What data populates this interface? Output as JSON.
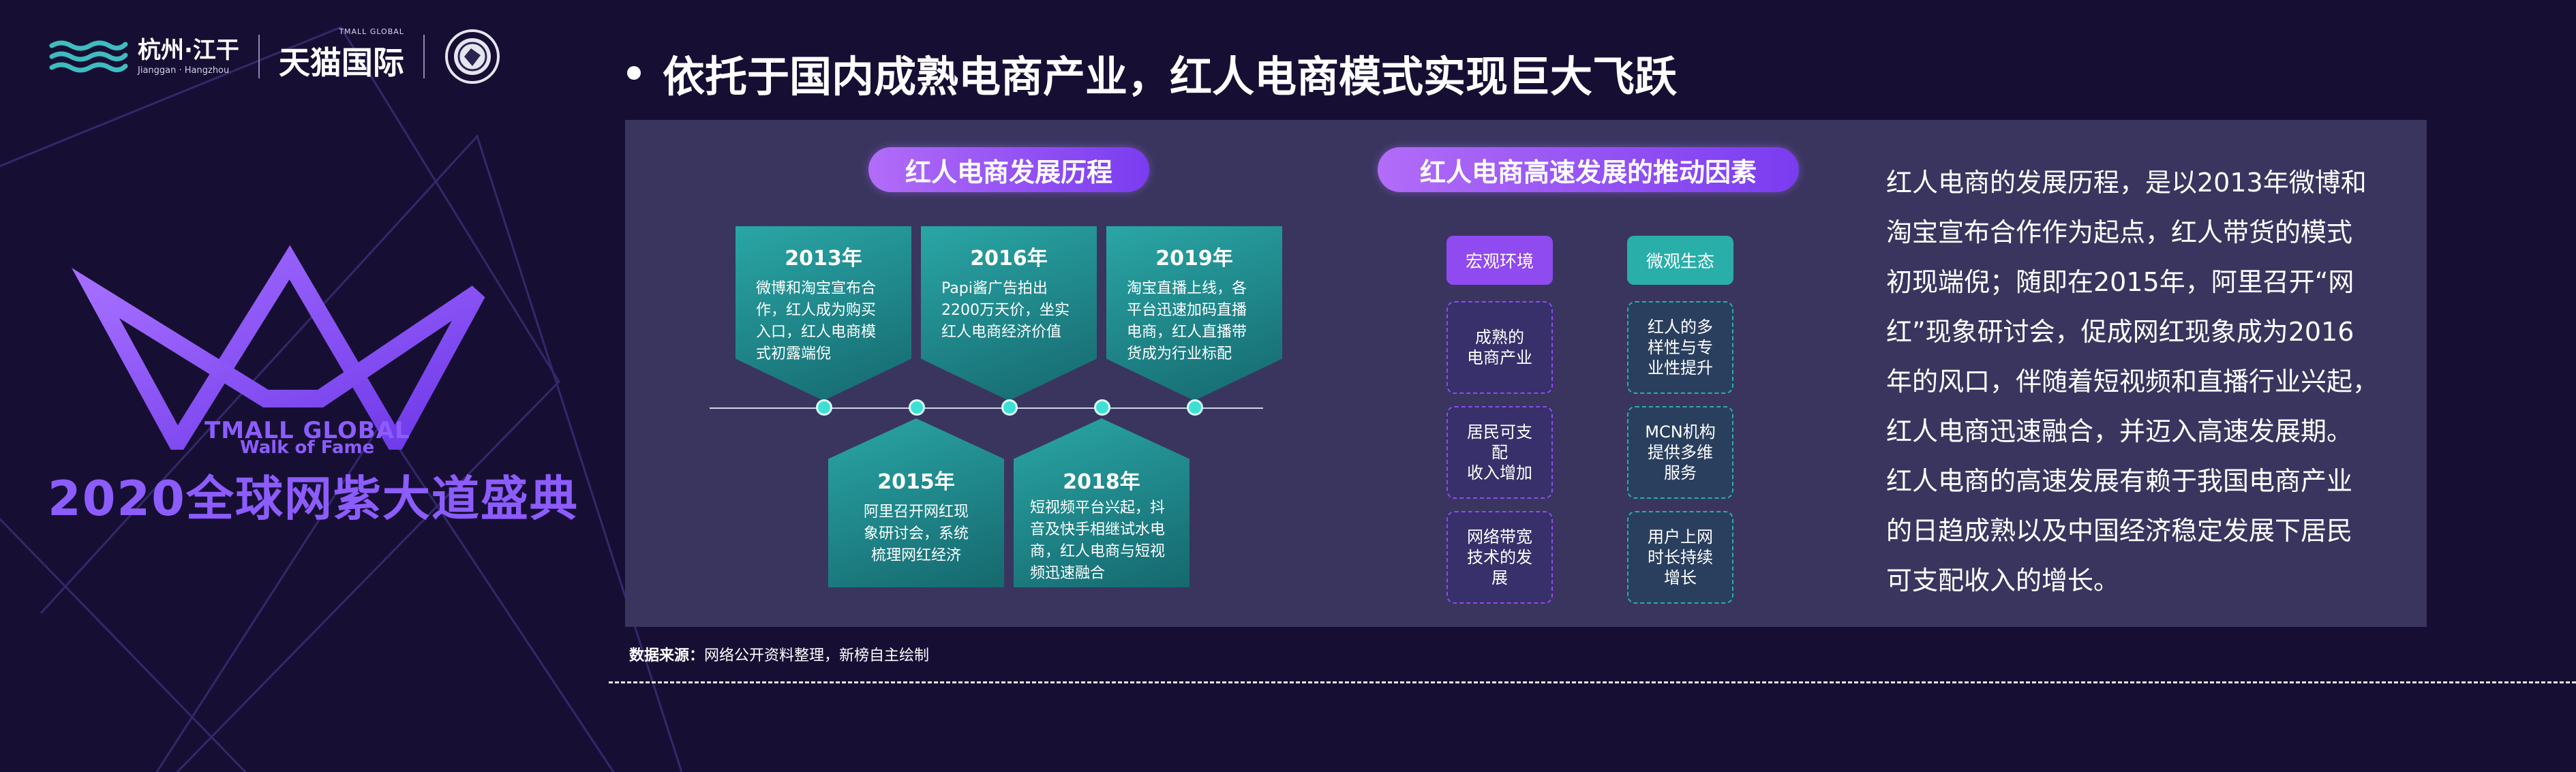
{
  "header": {
    "hangzhou_logo": {
      "main": "杭州·江干",
      "sub": "Jianggan · Hangzhou"
    },
    "tmall_logo": {
      "small": "TMALL GLOBAL",
      "main": "天猫国际"
    },
    "badge_icon": "round-badge-icon"
  },
  "brand": {
    "crown_icon": "crown-w-icon",
    "line1": "TMALL GLOBAL",
    "line2": "Walk of Fame",
    "event_title": "2020全球网紫大道盛典"
  },
  "headline": "依托于国内成熟电商产业，红人电商模式实现巨大飞跃",
  "panel": {
    "history": {
      "title": "红人电商发展历程",
      "top": [
        {
          "year": "2013年",
          "lines": [
            "微博和淘宝宣布合",
            "作，红人成为购买",
            "入口，红人电商模",
            "式初露端倪"
          ]
        },
        {
          "year": "2016年",
          "lines": [
            "Papi酱广告拍出",
            "2200万天价，坐实",
            "红人电商经济价值"
          ]
        },
        {
          "year": "2019年",
          "lines": [
            "淘宝直播上线，各",
            "平台迅速加码直播",
            "电商，红人直播带",
            "货成为行业标配"
          ]
        }
      ],
      "bottom": [
        {
          "year": "2015年",
          "lines": [
            "阿里召开网红现",
            "象研讨会，系统",
            "梳理网红经济"
          ]
        },
        {
          "year": "2018年",
          "lines": [
            "短视频平台兴起，抖",
            "音及快手相继试水电",
            "商，红人电商与短视",
            "频迅速融合"
          ]
        }
      ]
    },
    "drivers": {
      "title": "红人电商高速发展的推动因素",
      "macro": {
        "head": "宏观环境",
        "items": [
          [
            "成熟的",
            "电商产业"
          ],
          [
            "居民可支",
            "配",
            "收入增加"
          ],
          [
            "网络带宽",
            "技术的发",
            "展"
          ]
        ]
      },
      "micro": {
        "head": "微观生态",
        "items": [
          [
            "红人的多",
            "样性与专",
            "业性提升"
          ],
          [
            "MCN机构",
            "提供多维",
            "服务"
          ],
          [
            "用户上网",
            "时长持续",
            "增长"
          ]
        ]
      }
    },
    "summary_lines": [
      "红人电商的发展历程，是以2013年微博和",
      "淘宝宣布合作作为起点，红人带货的模式",
      "初现端倪；随即在2015年，阿里召开“网",
      "红”现象研讨会，促成网红现象成为2016",
      "年的风口，伴随着短视频和直播行业兴起，",
      "红人电商迅速融合，并迈入高速发展期。",
      "红人电商的高速发展有赖于我国电商产业",
      "的日趋成熟以及中国经济稳定发展下居民",
      "可支配收入的增长。"
    ]
  },
  "source": {
    "label": "数据来源：",
    "text": "网络公开资料整理，新榜自主绘制"
  },
  "colors": {
    "background": "#170f33",
    "panel": "#3a355f",
    "purple": "#8f4af0",
    "teal": "#2aaeaa",
    "brand_purple": "#8c5cff"
  }
}
